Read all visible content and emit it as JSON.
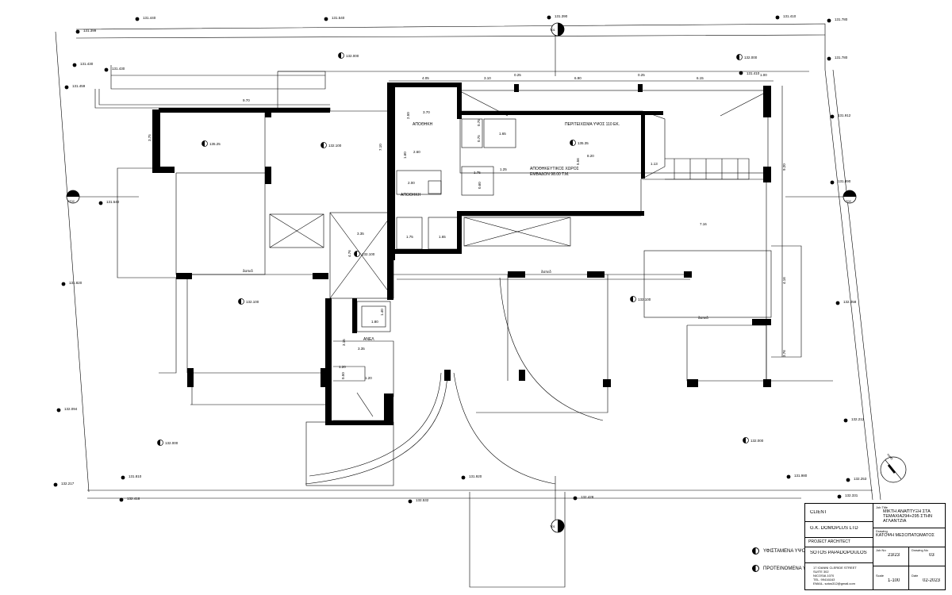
{
  "levels": {
    "top": [
      "131.440",
      "131.540",
      "131.390",
      "131.410",
      "131.780"
    ],
    "left": [
      "131.399",
      "131.430",
      "131.430",
      "131.459",
      "131.540",
      "131.820",
      "132.094",
      "132.217",
      "132.418"
    ],
    "right": [
      "131.780",
      "131.912",
      "131.890",
      "132.058",
      "132.212",
      "132.253",
      "132.331"
    ],
    "bottom": [
      "131.810",
      "131.920",
      "131.980",
      "132.532",
      "132.428"
    ],
    "inner": [
      "132.000",
      "132.000",
      "131.410",
      "135.25",
      "132.100",
      "135.35",
      "132.100",
      "132.100",
      "132.100",
      "132.000",
      "132.000"
    ]
  },
  "dimensions": {
    "top_chain": [
      "4.05",
      "3.10",
      "0.25",
      "6.90",
      "0.25",
      "6.15",
      "1.00"
    ],
    "misc": [
      "9.70",
      "3.75",
      "3.70",
      "2.50",
      "2.60",
      "1.60",
      "2.00",
      "1.75",
      "1.25",
      "0.60",
      "1.65",
      "1.75",
      "1.65",
      "0.75",
      "0.75",
      "8.20",
      "1.13",
      "9.20",
      "7.16",
      "4.16",
      "3.76",
      "3.35",
      "4.76",
      "1.80",
      "1.40",
      "3.35",
      "1.20",
      "1.20",
      "0.50",
      "7.10",
      "5.56",
      "3.15"
    ]
  },
  "rooms": {
    "storage_top": "ΑΠΟΘΗΚΗ",
    "storage_mid": "ΑΠΟΘΗΚΗ",
    "mezzanine": "ΠΕΡΙΤΕΙΧΙΣΜΑ ΥΨΟΣ 110 ΕΚ.",
    "warehouse_line1": "ΑΠΟΘΗΚΕΥΤΙΚΟΣ ΧΩΡΟΣ",
    "warehouse_line2": "ΕΜΒΑΔΟΝ 98.00 Τ.Μ.",
    "lift": "ΑΝΕΛ",
    "floor_left": "δαπεδ",
    "floor_mid": "δαπεδ",
    "floor_right": "δαπεδ"
  },
  "sections": {
    "t01": "T01",
    "t02": "T02",
    "north": "north"
  },
  "legend": {
    "existing": "ΥΦΙΣΤΑΜΕΝΑ ΥΨΟΜΕΤΡΑ",
    "proposed": "ΠΡΟΤΕΙΝΟΜΕΝΑ ΥΨΟΜΕΤΡΑ"
  },
  "title_block": {
    "client_label": "CLIENT",
    "client": "G.K. DOMOPLUS LTD",
    "architect_label": "PROJECT ARCHITECT",
    "architect": "SOTOS PAPADOPOULOS",
    "address": [
      "17 IOANNI CLERIDE STREET",
      "SUITE 302",
      "NICOSIA 1070",
      "TEL. 99416163",
      "EMAIL- sotos312@gmail.com"
    ],
    "job_title_label": "Job Title",
    "job_title": "ΜΙΚΤΗ ΑΝΑΠΤΥΞΗ ΣΤΑ ΤΕΜΑΧΙΑ294+295 ΣΤΗΝ ΑΓΛΑΝΤΖΙΑ",
    "drawing_label": "Drawing",
    "drawing": "ΚΑΤΟΨΗ ΜΕΣΟΠΑΤΩΜΑΤΟΣ",
    "job_no_label": "Job No",
    "job_no": "23/23",
    "drawing_no_label": "Drawing No",
    "drawing_no": "03",
    "scale_label": "Scale",
    "scale": "1-100",
    "date_label": "Date",
    "date": "02-2023"
  }
}
